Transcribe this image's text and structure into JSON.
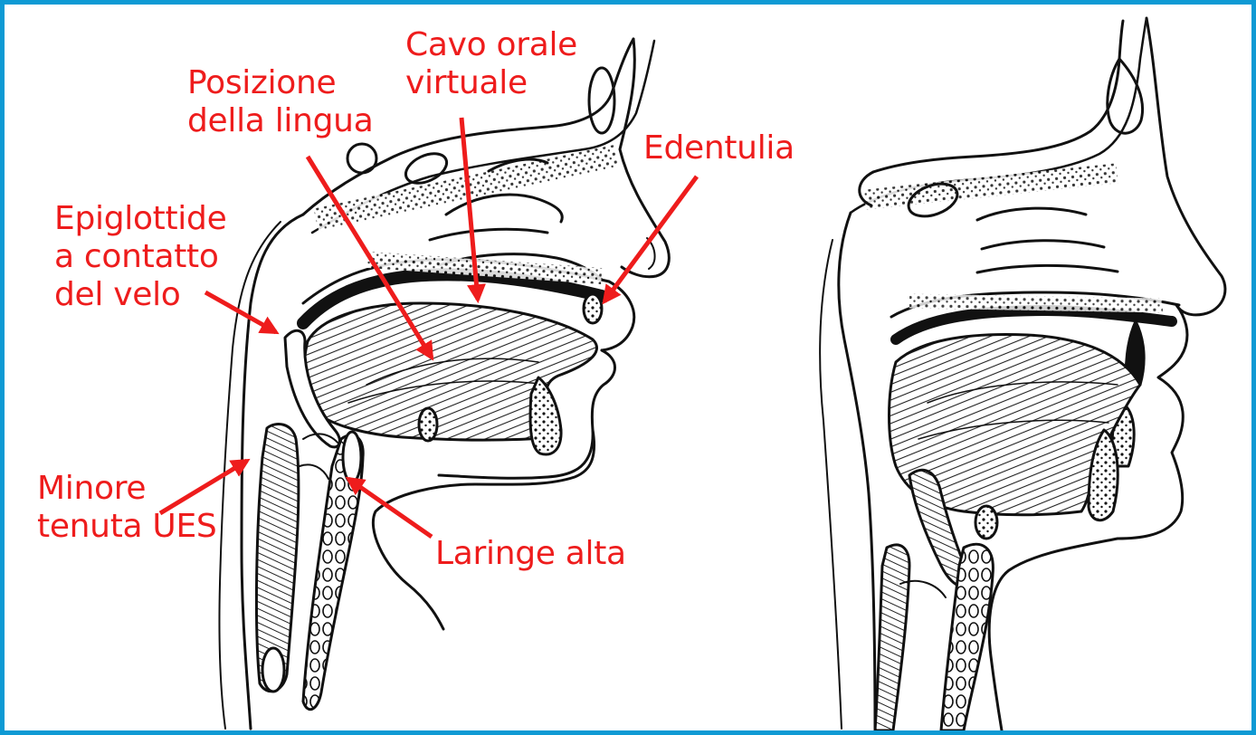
{
  "labels": {
    "posizione_lingua": [
      "Posizione",
      "della lingua"
    ],
    "cavo_orale": [
      "Cavo orale",
      "virtuale"
    ],
    "edentulia": [
      "Edentulia"
    ],
    "epiglottide": [
      "Epiglottide",
      "a contatto",
      "del velo"
    ],
    "minore_tenuta": [
      "Minore",
      "tenuta UES"
    ],
    "laringe_alta": [
      "Laringe alta"
    ]
  },
  "colors": {
    "annotation": "#ee1c1c",
    "frame_border": "#0e9ad4",
    "drawing_ink": "#111111"
  }
}
